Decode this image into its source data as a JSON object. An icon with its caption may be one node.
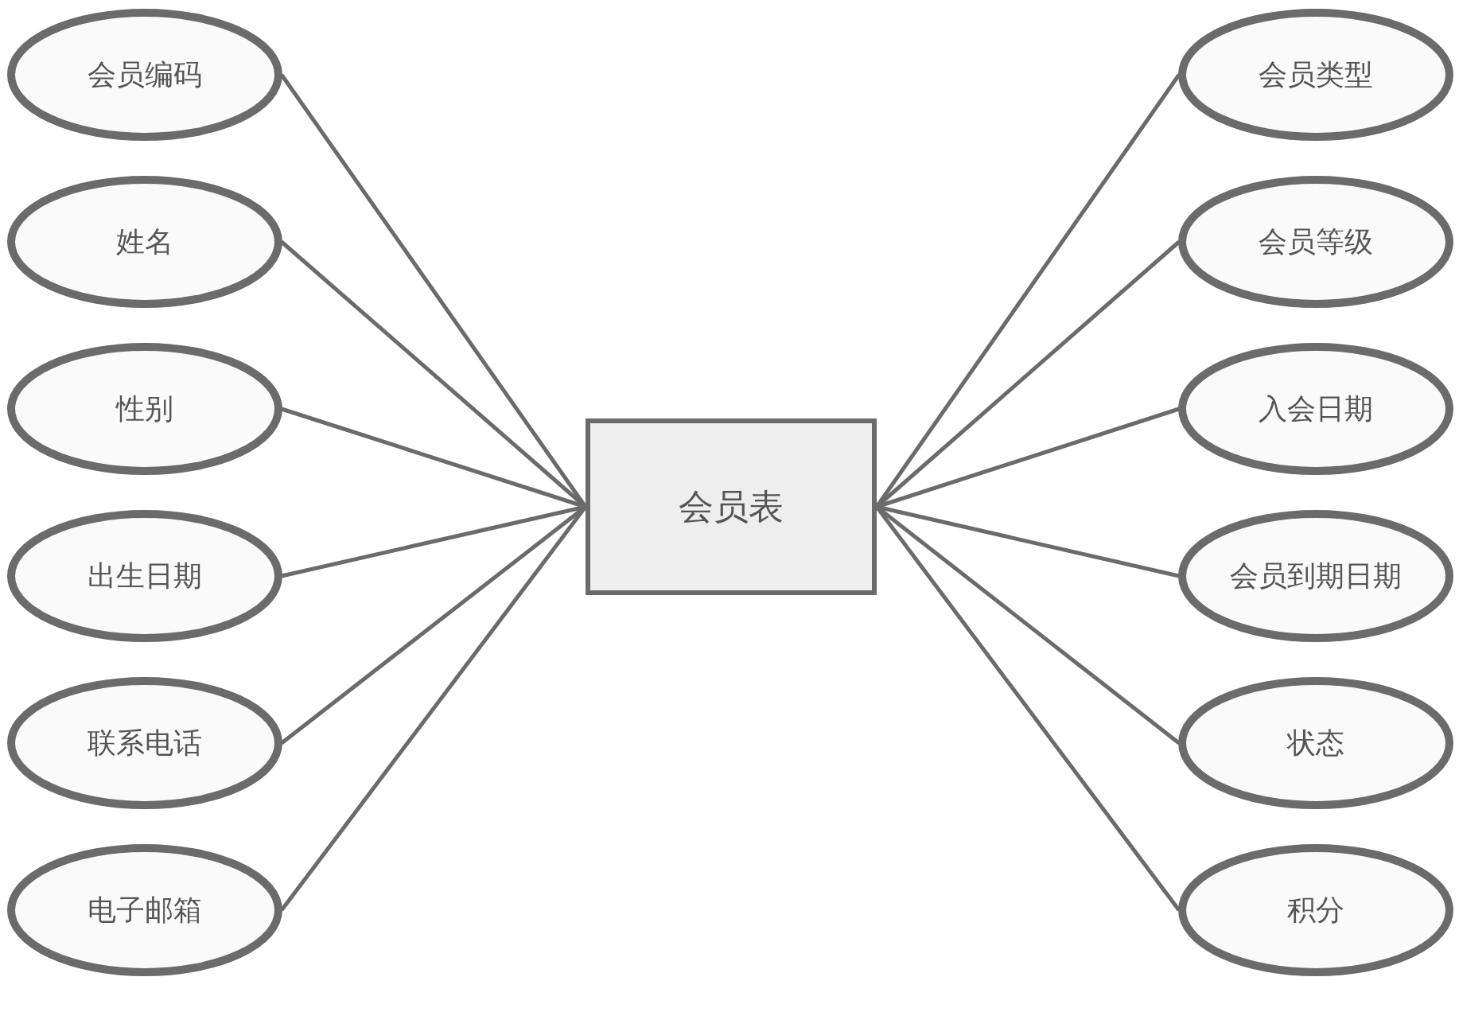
{
  "diagram": {
    "nodes": [
      {
        "text": [
          "会员表"
        ]
      },
      {
        "text": [
          "会员编码"
        ]
      },
      {
        "text": [
          "姓名"
        ]
      },
      {
        "text": [
          "性别"
        ]
      },
      {
        "text": [
          "出生日期"
        ]
      },
      {
        "text": [
          "联系电话"
        ]
      },
      {
        "text": [
          "电子邮箱"
        ]
      },
      {
        "text": [
          "会员类型"
        ]
      },
      {
        "text": [
          "会员等级"
        ]
      },
      {
        "text": [
          "入会日期"
        ]
      },
      {
        "text": [
          "会员到期日期"
        ]
      },
      {
        "text": [
          "状态"
        ]
      },
      {
        "text": [
          "积分"
        ]
      }
    ],
    "edges": [
      {
        "from": 0,
        "to": 1,
        "arrow": "none"
      },
      {
        "from": 0,
        "to": 2,
        "arrow": "none"
      },
      {
        "from": 0,
        "to": 3,
        "arrow": "none"
      },
      {
        "from": 0,
        "to": 4,
        "arrow": "none"
      },
      {
        "from": 0,
        "to": 5,
        "arrow": "none"
      },
      {
        "from": 0,
        "to": 6,
        "arrow": "none"
      },
      {
        "from": 0,
        "to": 7,
        "arrow": "none"
      },
      {
        "from": 0,
        "to": 8,
        "arrow": "none"
      },
      {
        "from": 0,
        "to": 9,
        "arrow": "none"
      },
      {
        "from": 0,
        "to": 10,
        "arrow": "none"
      },
      {
        "from": 0,
        "to": 11,
        "arrow": "none"
      },
      {
        "from": 0,
        "to": 12,
        "arrow": "none"
      }
    ]
  }
}
